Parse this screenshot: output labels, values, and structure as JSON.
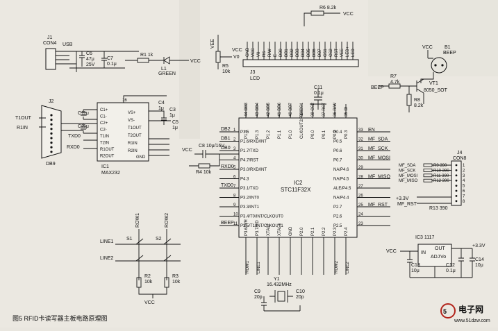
{
  "caption": "图5  RFID卡读写器主板电路原理图",
  "watermark": {
    "brand": "电子网",
    "site": "www.51dzw.com"
  },
  "power": {
    "vcc": "VCC",
    "v33": "+3.3V",
    "vee": "VEE",
    "v0": "V0"
  },
  "j1": {
    "ref": "J1",
    "name": "CON4",
    "usb": "USB"
  },
  "c6": {
    "ref": "C6",
    "val": "47μ",
    "volt": "25V"
  },
  "c7": {
    "ref": "C7",
    "val": "0.1μ"
  },
  "r1": {
    "ref": "R1 1k"
  },
  "l1": {
    "ref": "L1",
    "color": "GREEN"
  },
  "r6": {
    "ref": "R6 8.2k"
  },
  "r5": {
    "ref": "R5",
    "val": "10k"
  },
  "j3": {
    "ref": "J3",
    "name": "LCD",
    "pins": [
      "GND",
      "VCC",
      "V0",
      "RS",
      "R/W",
      "E",
      "DB0",
      "DB1",
      "DB2",
      "DB3",
      "DB4",
      "DB5",
      "DB6",
      "DB7",
      "CS1",
      "CS2",
      "RST",
      "VEE",
      "LED+",
      "LED-"
    ]
  },
  "b1": {
    "ref": "B1",
    "name": "BEEP"
  },
  "vt1": {
    "ref": "VT1",
    "name": "8050_SOT"
  },
  "r7": {
    "ref": "R7",
    "val": "4.7k"
  },
  "r8": {
    "ref": "R8",
    "val": "8.2k"
  },
  "beep_net": "BEEP",
  "j2": {
    "ref": "J2",
    "name": "DB9",
    "t1out": "T1OUT",
    "r1in": "R1IN"
  },
  "ic1": {
    "ref": "IC1",
    "name": "MAX232",
    "left_pins": [
      "C1+",
      "C1-",
      "C2+",
      "C2-",
      "T1IN",
      "T2IN",
      "R1OUT",
      "R2OUT"
    ],
    "right_pins": [
      "VS+",
      "VS-",
      "T1OUT",
      "T2OUT",
      "R1IN",
      "R2IN"
    ],
    "top_pin": "16",
    "gnd": "GND"
  },
  "caps_max": [
    {
      "ref": "C1",
      "val": "1μ"
    },
    {
      "ref": "C2",
      "val": "1μ"
    },
    {
      "ref": "C3",
      "val": "1μ"
    },
    {
      "ref": "C4",
      "val": "1μ"
    },
    {
      "ref": "C5",
      "val": "1μ"
    }
  ],
  "txd0": "TXD0",
  "rxd0": "RXD0",
  "ic2": {
    "ref": "IC2",
    "name": "STC11F32X",
    "top_pins": [
      "44 DB3",
      "43 DB4",
      "42 DB5",
      "41 DB6",
      "40 DB7",
      "39 CS1",
      "38 CS2",
      "37 RST",
      "36 R/W",
      "35 DI"
    ],
    "top_inside": [
      "P1.4",
      "P1.3",
      "P1.2",
      "P1.1",
      "P1.0",
      "CLKOUT2/P1.0",
      "P0.0",
      "P0.1",
      "P0.2",
      "P0.3"
    ],
    "left_pins": [
      {
        "net": "DB2",
        "inside": "P1.5"
      },
      {
        "net": "DB1",
        "inside": "P1.6/RXD/INT"
      },
      {
        "net": "DB0",
        "inside": "P1.7/TXD"
      },
      {
        "net": "",
        "inside": "P4.7/RST"
      },
      {
        "net": "RXD0",
        "inside": "P3.0/RXD/INT"
      },
      {
        "net": "",
        "inside": "P4.3"
      },
      {
        "net": "TXD0",
        "inside": "P3.1/TXD"
      },
      {
        "net": "",
        "inside": "P3.2/INT0"
      },
      {
        "net": "",
        "inside": "P3.3/INT1"
      },
      {
        "net": "",
        "inside": "P3.4/T0/INT/CLKOUT0"
      },
      {
        "net": "BEEP",
        "inside": "P3.5/T1/INT/CLKOUT1"
      }
    ],
    "left_nums": [
      "1",
      "2",
      "3",
      "4",
      "5",
      "6",
      "7",
      "8",
      "9",
      "10",
      "11"
    ],
    "right_pins": [
      {
        "num": "33",
        "inside": "P0.4",
        "net": "EN"
      },
      {
        "num": "32",
        "inside": "P0.5",
        "net": "MF_SDA"
      },
      {
        "num": "31",
        "inside": "P0.6",
        "net": "MF_SCK"
      },
      {
        "num": "30",
        "inside": "P0.7",
        "net": "MF_MOSI"
      },
      {
        "num": "29",
        "inside": "NA/P4.6",
        "net": ""
      },
      {
        "num": "28",
        "inside": "NA/P4.5",
        "net": "MF_MISO"
      },
      {
        "num": "27",
        "inside": "ALE/P4.5",
        "net": ""
      },
      {
        "num": "26",
        "inside": "NA/P4.4",
        "net": ""
      },
      {
        "num": "25",
        "inside": "P2.7",
        "net": "MF_RST"
      },
      {
        "num": "24",
        "inside": "P2.6",
        "net": ""
      },
      {
        "num": "23",
        "inside": "P2.5",
        "net": ""
      }
    ],
    "bottom_inside": [
      "P3.6/WR",
      "P3.7/RD",
      "XTAL2",
      "XTAL1",
      "GND",
      "P2.0",
      "P2.1",
      "P2.2",
      "P2.3",
      "P2.4"
    ],
    "bottom_nets": [
      "ROW1",
      "LINE1",
      "",
      "",
      "",
      "",
      "",
      "",
      "ROW2",
      "LINE2"
    ]
  },
  "c8": {
    "ref": "C8 10μ/16V"
  },
  "r4": {
    "ref": "R4 10k"
  },
  "c11": {
    "ref": "C11",
    "val": "0.1μ"
  },
  "y1": {
    "ref": "Y1",
    "val": "16.432MHz"
  },
  "c9": {
    "ref": "C9",
    "val": "20p"
  },
  "c10": {
    "ref": "C10",
    "val": "20p"
  },
  "keys": {
    "row1": "ROW1",
    "row2": "ROW2",
    "line1": "LINE1",
    "line2": "LINE2",
    "s1": "S1",
    "s2": "S2"
  },
  "r2": {
    "ref": "R2",
    "val": "10k"
  },
  "r3": {
    "ref": "R3",
    "val": "10k"
  },
  "j4": {
    "ref": "J4",
    "name": "CON8"
  },
  "mf_res": [
    {
      "net": "MF_SDA",
      "ref": "R9 390"
    },
    {
      "net": "MF_SCK",
      "ref": "R10 390"
    },
    {
      "net": "MF_MOSI",
      "ref": "R11 390"
    },
    {
      "net": "MF_MISO",
      "ref": "R12 390"
    }
  ],
  "mf_rst": {
    "net": "MF_RST",
    "ref": "R13 390"
  },
  "ic3": {
    "ref": "IC3 1117",
    "in": "IN",
    "out": "OUT",
    "adj": "ADJ",
    "vo": "Vo"
  },
  "c12": {
    "ref": "C12",
    "val": "0.1μ"
  },
  "c13": {
    "ref": "C13",
    "val": "10μ"
  },
  "c14": {
    "ref": "C14",
    "val": "10μ"
  }
}
